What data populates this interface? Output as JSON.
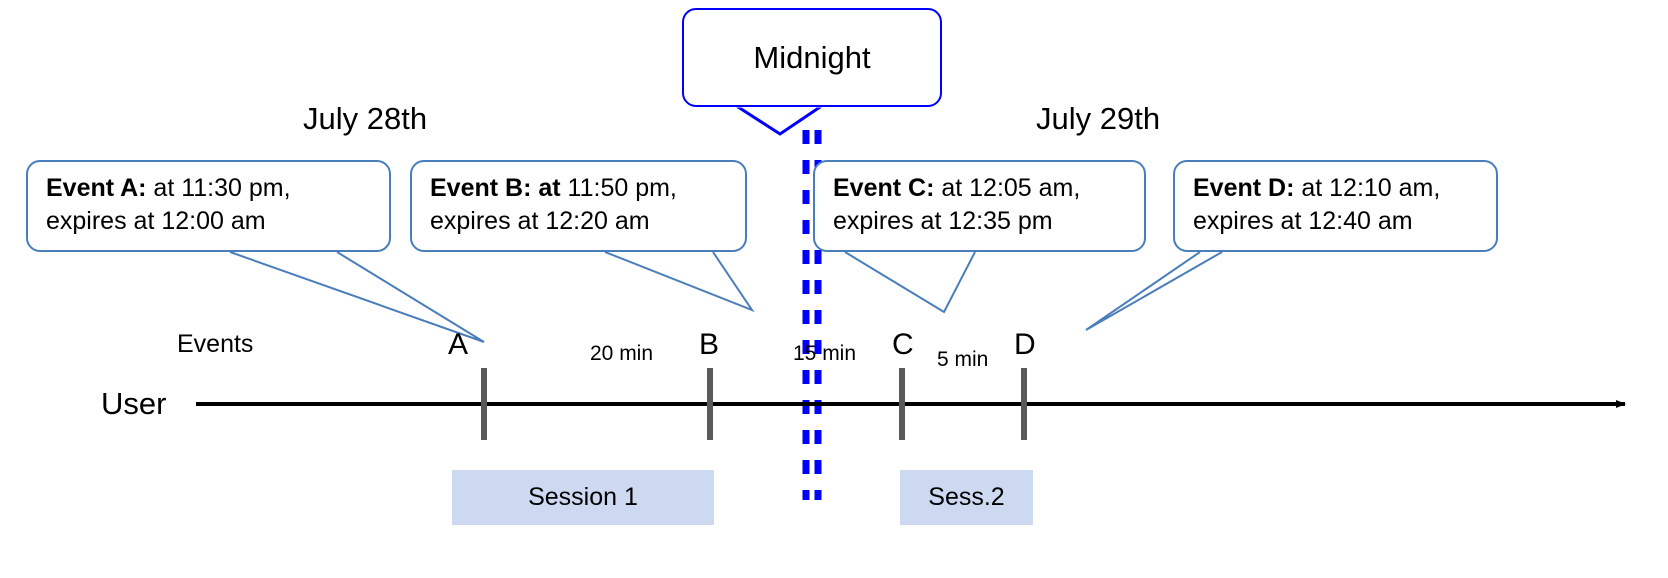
{
  "diagram": {
    "title_note": "Midnight session-boundary timeline",
    "colors": {
      "callout_border": "#4a7ebb",
      "midnight_border": "#0000ff",
      "midnight_dash": "#0000ff",
      "session_fill": "#ccd9f0",
      "axis": "#000000",
      "tick": "#595959"
    }
  },
  "midnight": {
    "label": "Midnight"
  },
  "dates": [
    {
      "label": "July 28th"
    },
    {
      "label": "July 29th"
    }
  ],
  "callouts": [
    {
      "id": "event-a",
      "bold": "Event A:",
      "line1_rest": " at 11:30 pm,",
      "line2": "expires at 12:00 am"
    },
    {
      "id": "event-b",
      "bold": "Event B: at",
      "line1_rest": " 11:50 pm,",
      "line2": "expires at 12:20 am"
    },
    {
      "id": "event-c",
      "bold": "Event C:",
      "line1_rest": " at 12:05 am,",
      "line2": "expires at 12:35 pm"
    },
    {
      "id": "event-d",
      "bold": "Event D:",
      "line1_rest": "  at 12:10 am,",
      "line2": "expires at 12:40 am"
    }
  ],
  "axis": {
    "row_label": "User",
    "events_label": "Events"
  },
  "ticks": [
    {
      "label": "A"
    },
    {
      "label": "B"
    },
    {
      "label": "C"
    },
    {
      "label": "D"
    }
  ],
  "gaps": [
    {
      "label": "20 min"
    },
    {
      "label": "15 min"
    },
    {
      "label": "5 min"
    }
  ],
  "sessions": [
    {
      "label": "Session 1"
    },
    {
      "label": "Sess.2"
    }
  ]
}
